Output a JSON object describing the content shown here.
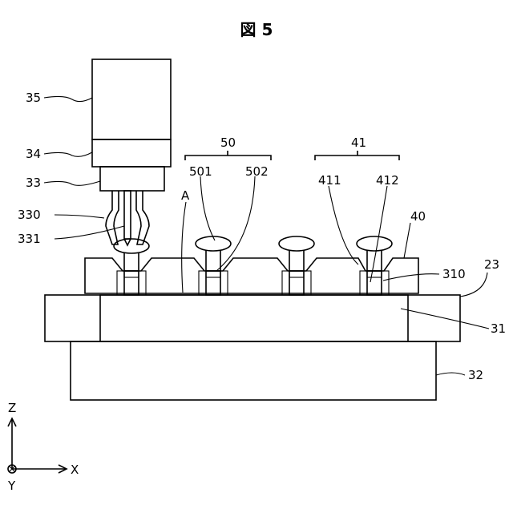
{
  "figure": {
    "title": "図 5",
    "labels": {
      "l35": "35",
      "l34": "34",
      "l33": "33",
      "l330": "330",
      "l331": "331",
      "l50": "50",
      "l501": "501",
      "l502": "502",
      "l41": "41",
      "l411": "411",
      "l412": "412",
      "lA": "A",
      "l40": "40",
      "l23": "23",
      "l310": "310",
      "l31": "31",
      "l32": "32"
    },
    "axes": {
      "z": "Z",
      "x": "X",
      "y": "Y"
    }
  }
}
